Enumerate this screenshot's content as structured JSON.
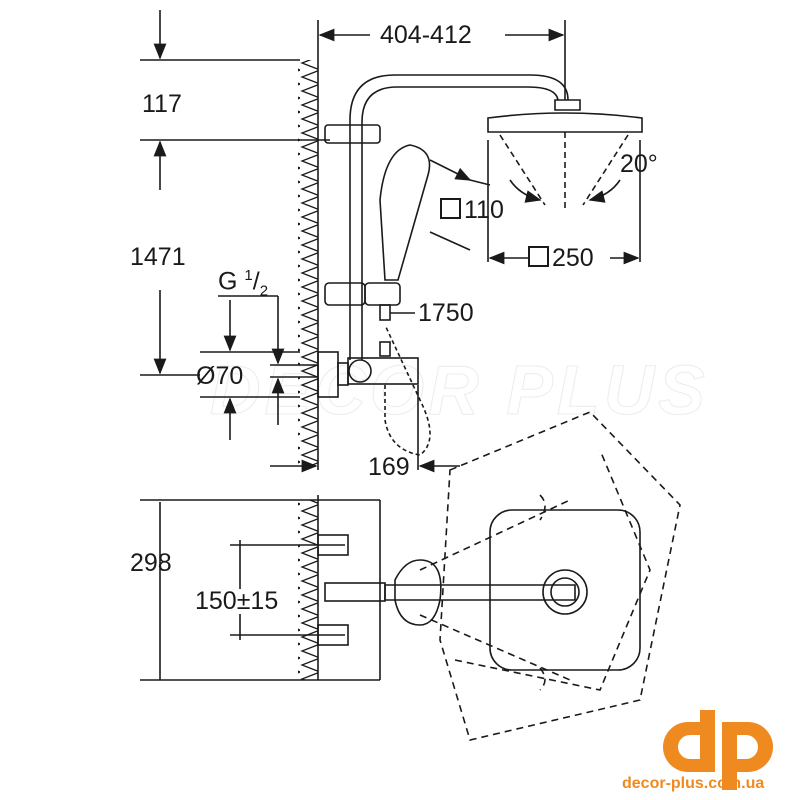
{
  "dimensions": {
    "width_head_reach": "404-412",
    "top_offset": "117",
    "rail_height": "1471",
    "thread": "G",
    "thread_num": "1",
    "thread_den": "2",
    "diameter": "Ø70",
    "angle": "20°",
    "hand_shower_size": "110",
    "head_shower_size": "250",
    "hose_length": "1750",
    "projection": "169",
    "height_bottom_view": "298",
    "connection_spacing": "150±15"
  },
  "watermark": "DECOR PLUS",
  "logo": {
    "mark": "dp",
    "url": "decor-plus.com.ua",
    "color": "#ef8a21"
  }
}
